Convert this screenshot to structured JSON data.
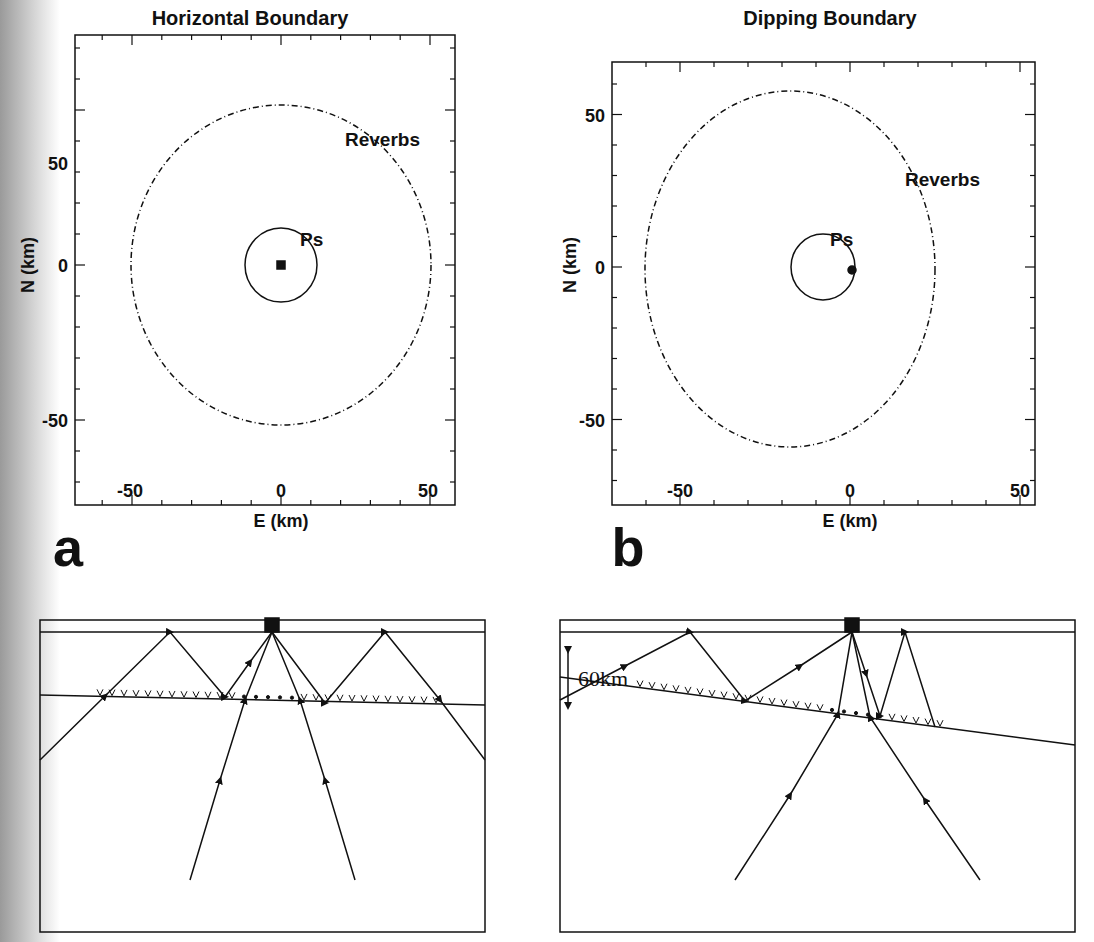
{
  "diagram": {
    "labels": [
      "Horizontal Boundary",
      "Dipping Boundary",
      "Reverbs",
      "Ps",
      "50",
      "0",
      "-50",
      "N (km)",
      "-50",
      "0",
      "50",
      "E (km)",
      "a",
      "Reverbs",
      "Ps",
      "50",
      "0",
      "-50",
      "N (km)",
      "-50",
      "0",
      "50",
      "E (km)",
      "b",
      "60km"
    ]
  }
}
